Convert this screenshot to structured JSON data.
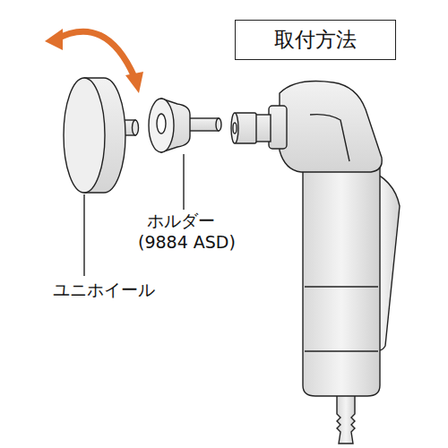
{
  "diagram": {
    "title": "取付方法",
    "labels": [
      "ホルダー",
      "(9884 ASD)",
      "ユニホイール"
    ]
  }
}
